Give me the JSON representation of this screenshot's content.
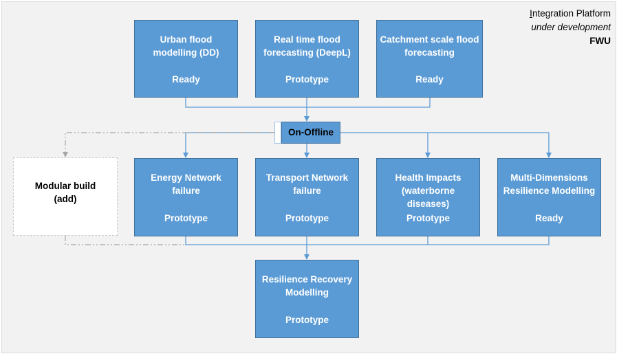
{
  "platform": {
    "line1_first": "I",
    "line1_rest": "ntegration Platform",
    "line2": "under development",
    "line3": "FWU"
  },
  "top_models": [
    {
      "title": "Urban flood modelling (DD)",
      "status": "Ready"
    },
    {
      "title": "Real time flood forecasting (DeepL)",
      "status": "Prototype"
    },
    {
      "title": "Catchment scale flood forecasting",
      "status": "Ready"
    }
  ],
  "switch": {
    "label": "On-Offline"
  },
  "modular": {
    "title": "Modular build (add)"
  },
  "impact_models": [
    {
      "title": "Energy Network failure",
      "status": "Prototype"
    },
    {
      "title": "Transport Network failure",
      "status": "Prototype"
    },
    {
      "title": "Health Impacts (waterborne diseases)",
      "status": "Prototype"
    },
    {
      "title": "Multi-Dimensions Resilience Modelling",
      "status": "Ready"
    }
  ],
  "recovery": {
    "title": "Resilience Recovery Modelling",
    "status": "Prototype"
  },
  "colors": {
    "box_fill": "#5b9bd5",
    "box_border": "#41719c",
    "connector": "#5b9bd5",
    "dashed_connector": "#a6a6a6"
  }
}
